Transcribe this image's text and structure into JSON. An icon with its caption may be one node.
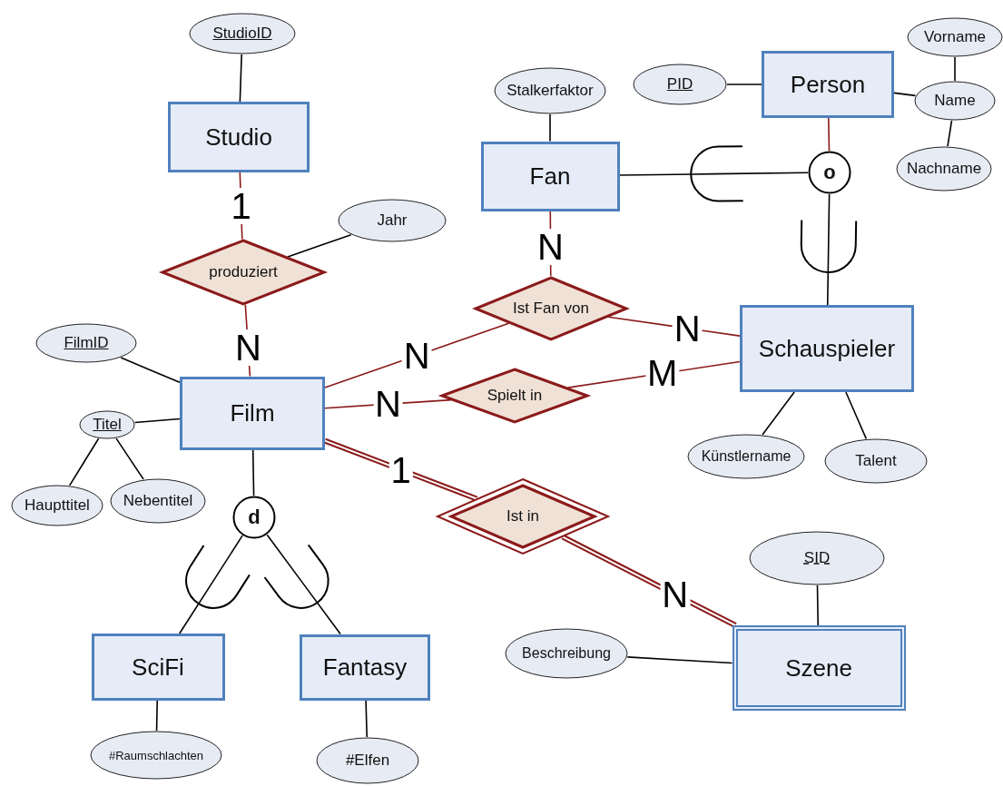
{
  "diagram": {
    "nodes": [
      {
        "text": [
          "StudioID"
        ]
      },
      {
        "text": [
          "Studio"
        ]
      },
      {
        "text": [
          "Jahr"
        ]
      },
      {
        "text": [
          "produziert"
        ]
      },
      {
        "text": [
          "FilmID"
        ]
      },
      {
        "text": [
          "Film"
        ]
      },
      {
        "text": [
          "Titel"
        ]
      },
      {
        "text": [
          "Haupttitel"
        ]
      },
      {
        "text": [
          "Nebentitel"
        ]
      },
      {
        "text": [
          "d"
        ]
      },
      {
        "text": [
          "SciFi"
        ]
      },
      {
        "text": [
          "Fantasy"
        ]
      },
      {
        "text": [
          "#Raumschlachten"
        ]
      },
      {
        "text": [
          "#Elfen"
        ]
      },
      {
        "text": [
          "Stalkerfaktor"
        ]
      },
      {
        "text": [
          "Fan"
        ]
      },
      {
        "text": [
          "PID"
        ]
      },
      {
        "text": [
          "Person"
        ]
      },
      {
        "text": [
          "Vorname"
        ]
      },
      {
        "text": [
          "Name"
        ]
      },
      {
        "text": [
          "Nachname"
        ]
      },
      {
        "text": [
          "o"
        ]
      },
      {
        "text": [
          "Ist Fan von"
        ]
      },
      {
        "text": [
          "Spielt in"
        ]
      },
      {
        "text": [
          "Schauspieler"
        ]
      },
      {
        "text": [
          "Künstlername"
        ]
      },
      {
        "text": [
          "Talent"
        ]
      },
      {
        "text": [
          "Ist in"
        ]
      },
      {
        "text": [
          "SID"
        ]
      },
      {
        "text": [
          "Beschreibung"
        ]
      },
      {
        "text": [
          "Szene"
        ]
      }
    ],
    "edges": [
      {
        "from": 0,
        "to": 1,
        "arrow": "none"
      },
      {
        "from": 1,
        "to": 3,
        "arrow": "none",
        "label": "1",
        "color": "#8b1a1a"
      },
      {
        "from": 2,
        "to": 3,
        "arrow": "none"
      },
      {
        "from": 3,
        "to": 5,
        "arrow": "none",
        "label": "N",
        "color": "#8b1a1a"
      },
      {
        "from": 4,
        "to": 5,
        "arrow": "none"
      },
      {
        "from": 6,
        "to": 5,
        "arrow": "none"
      },
      {
        "from": 7,
        "to": 6,
        "arrow": "none"
      },
      {
        "from": 8,
        "to": 6,
        "arrow": "none"
      },
      {
        "from": 5,
        "to": 9,
        "arrow": "none"
      },
      {
        "from": 9,
        "to": 10,
        "arrow": "none"
      },
      {
        "from": 9,
        "to": 11,
        "arrow": "none"
      },
      {
        "from": 10,
        "to": 12,
        "arrow": "none"
      },
      {
        "from": 11,
        "to": 13,
        "arrow": "none"
      },
      {
        "from": 14,
        "to": 15,
        "arrow": "none"
      },
      {
        "from": 16,
        "to": 17,
        "arrow": "none"
      },
      {
        "from": 18,
        "to": 19,
        "arrow": "none"
      },
      {
        "from": 19,
        "to": 17,
        "arrow": "none"
      },
      {
        "from": 20,
        "to": 19,
        "arrow": "none"
      },
      {
        "from": 17,
        "to": 21,
        "arrow": "none",
        "color": "#8b1a1a"
      },
      {
        "from": 21,
        "to": 15,
        "arrow": "none"
      },
      {
        "from": 21,
        "to": 24,
        "arrow": "none"
      },
      {
        "from": 15,
        "to": 22,
        "arrow": "none",
        "label": "N",
        "color": "#8b1a1a"
      },
      {
        "from": 5,
        "to": 22,
        "arrow": "none",
        "label": "N",
        "color": "#8b1a1a"
      },
      {
        "from": 22,
        "to": 24,
        "arrow": "none",
        "label": "N",
        "color": "#8b1a1a"
      },
      {
        "from": 5,
        "to": 23,
        "arrow": "none",
        "label": "N",
        "color": "#8b1a1a"
      },
      {
        "from": 23,
        "to": 24,
        "arrow": "none",
        "label": "M",
        "color": "#8b1a1a"
      },
      {
        "from": 5,
        "to": 27,
        "arrow": "none",
        "label": "1",
        "style": "thick",
        "color": "#8b1a1a"
      },
      {
        "from": 27,
        "to": 30,
        "arrow": "none",
        "label": "N",
        "style": "thick",
        "color": "#8b1a1a"
      },
      {
        "from": 24,
        "to": 25,
        "arrow": "none"
      },
      {
        "from": 24,
        "to": 26,
        "arrow": "none"
      },
      {
        "from": 28,
        "to": 30,
        "arrow": "none"
      },
      {
        "from": 29,
        "to": 30,
        "arrow": "none"
      }
    ]
  }
}
